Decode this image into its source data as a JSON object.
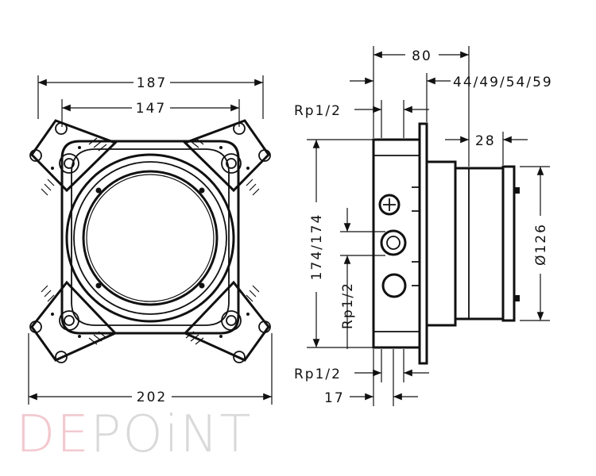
{
  "dimensions": {
    "front_width_outer": "187",
    "front_width_inner": "147",
    "front_width_total": "202",
    "side_depth": "80",
    "side_depth_options": "44/49/54/59",
    "side_thread_top": "Rp1/2",
    "side_height": "174/174",
    "side_thread_mid": "Rp1/2",
    "side_flange_depth": "28",
    "side_diameter": "Ø126",
    "side_thread_bottom": "Rp1/2",
    "side_offset_bottom": "17"
  },
  "watermark": {
    "part_a": "DE",
    "part_b": "POiNT"
  },
  "colors": {
    "line": "#111111",
    "watermark_accent": "#f2c9cf",
    "watermark_gray": "#d9d9d9"
  }
}
